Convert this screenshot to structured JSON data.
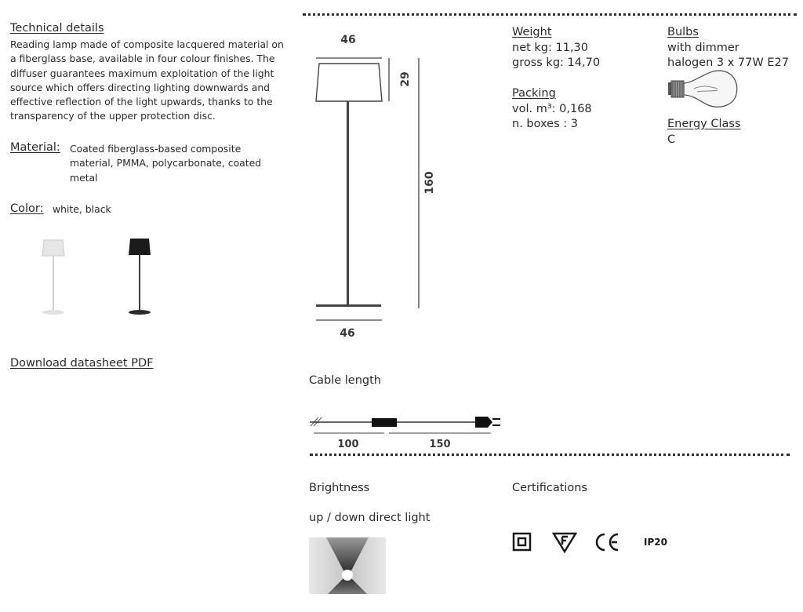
{
  "tech": {
    "title": "Technical details",
    "description": "Reading lamp made of composite lacquered material on a fiberglass base, available in four colour finishes. The diffuser guarantees maximum exploitation of the light source which offers directing lighting downwards and effective reflection of the light upwards, thanks to the transparency of the upper protection disc."
  },
  "material": {
    "label": "Material:",
    "value": "Coated fiberglass-based composite material, PMMA, polycarbonate, coated metal"
  },
  "color": {
    "label": "Color:",
    "value": "white, black",
    "swatches": [
      "white-lamp",
      "black-lamp"
    ]
  },
  "download": {
    "label": "Download datasheet PDF"
  },
  "dimensions": {
    "shade_width": "46",
    "shade_height": "29",
    "total_height": "160",
    "base_width": "46"
  },
  "weight": {
    "title": "Weight",
    "net": "net kg: 11,30",
    "gross": "gross kg: 14,70"
  },
  "packing": {
    "title": "Packing",
    "vol": "vol. m³: 0,168",
    "boxes": "n. boxes : 3"
  },
  "bulbs": {
    "title": "Bulbs",
    "line1": "with dimmer",
    "line2": "halogen 3 x 77W E27",
    "icon": "bulb-icon"
  },
  "energy": {
    "title": "Energy Class",
    "value": "C"
  },
  "cable": {
    "title": "Cable length",
    "seg1": "100",
    "seg2": "150"
  },
  "brightness": {
    "title": "Brightness",
    "value": "up / down direct light",
    "icon": "up-down-light-icon"
  },
  "certifications": {
    "title": "Certifications",
    "items": [
      "double-insulation-icon",
      "f-mark-icon",
      "ce-mark-icon"
    ],
    "ip": "IP20"
  }
}
